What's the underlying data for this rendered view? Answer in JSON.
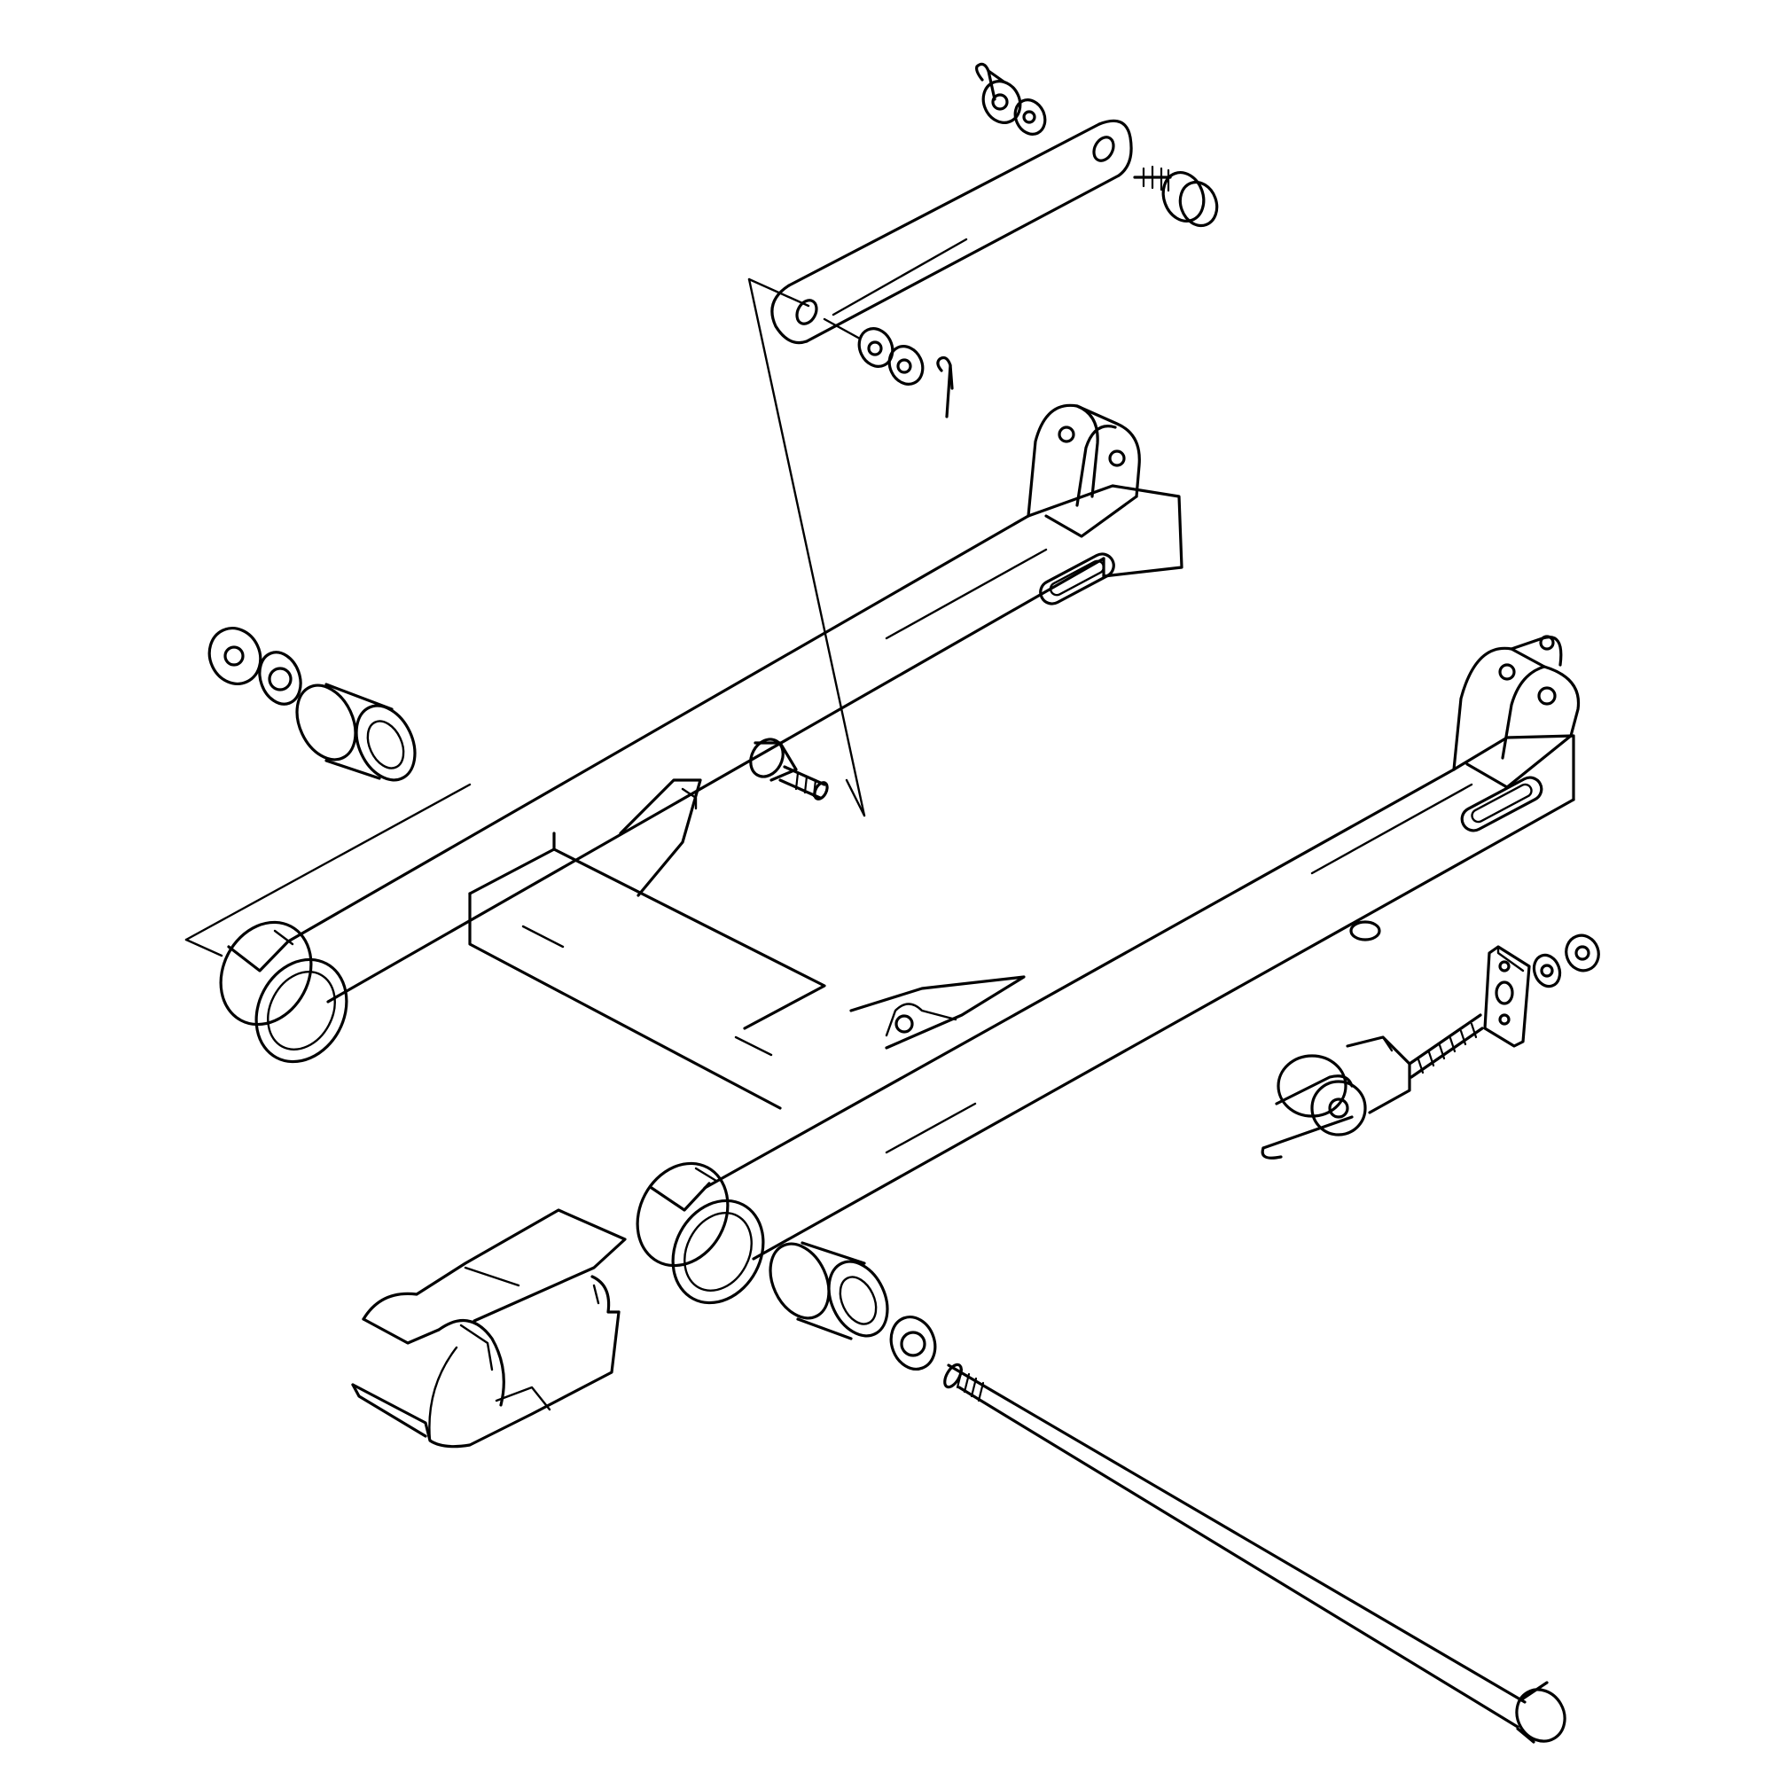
{
  "page": {
    "background": "#ffffff",
    "line_color": "#000000"
  },
  "diagram": {
    "parts": [
      "swingarm",
      "torque-link",
      "torque-link-bolt",
      "cotter-pin",
      "castle-nut",
      "washer",
      "pivot-bushing",
      "pivot-shaft",
      "chain-guard",
      "chain-adjuster",
      "adjuster-plate",
      "hub-stud"
    ]
  }
}
